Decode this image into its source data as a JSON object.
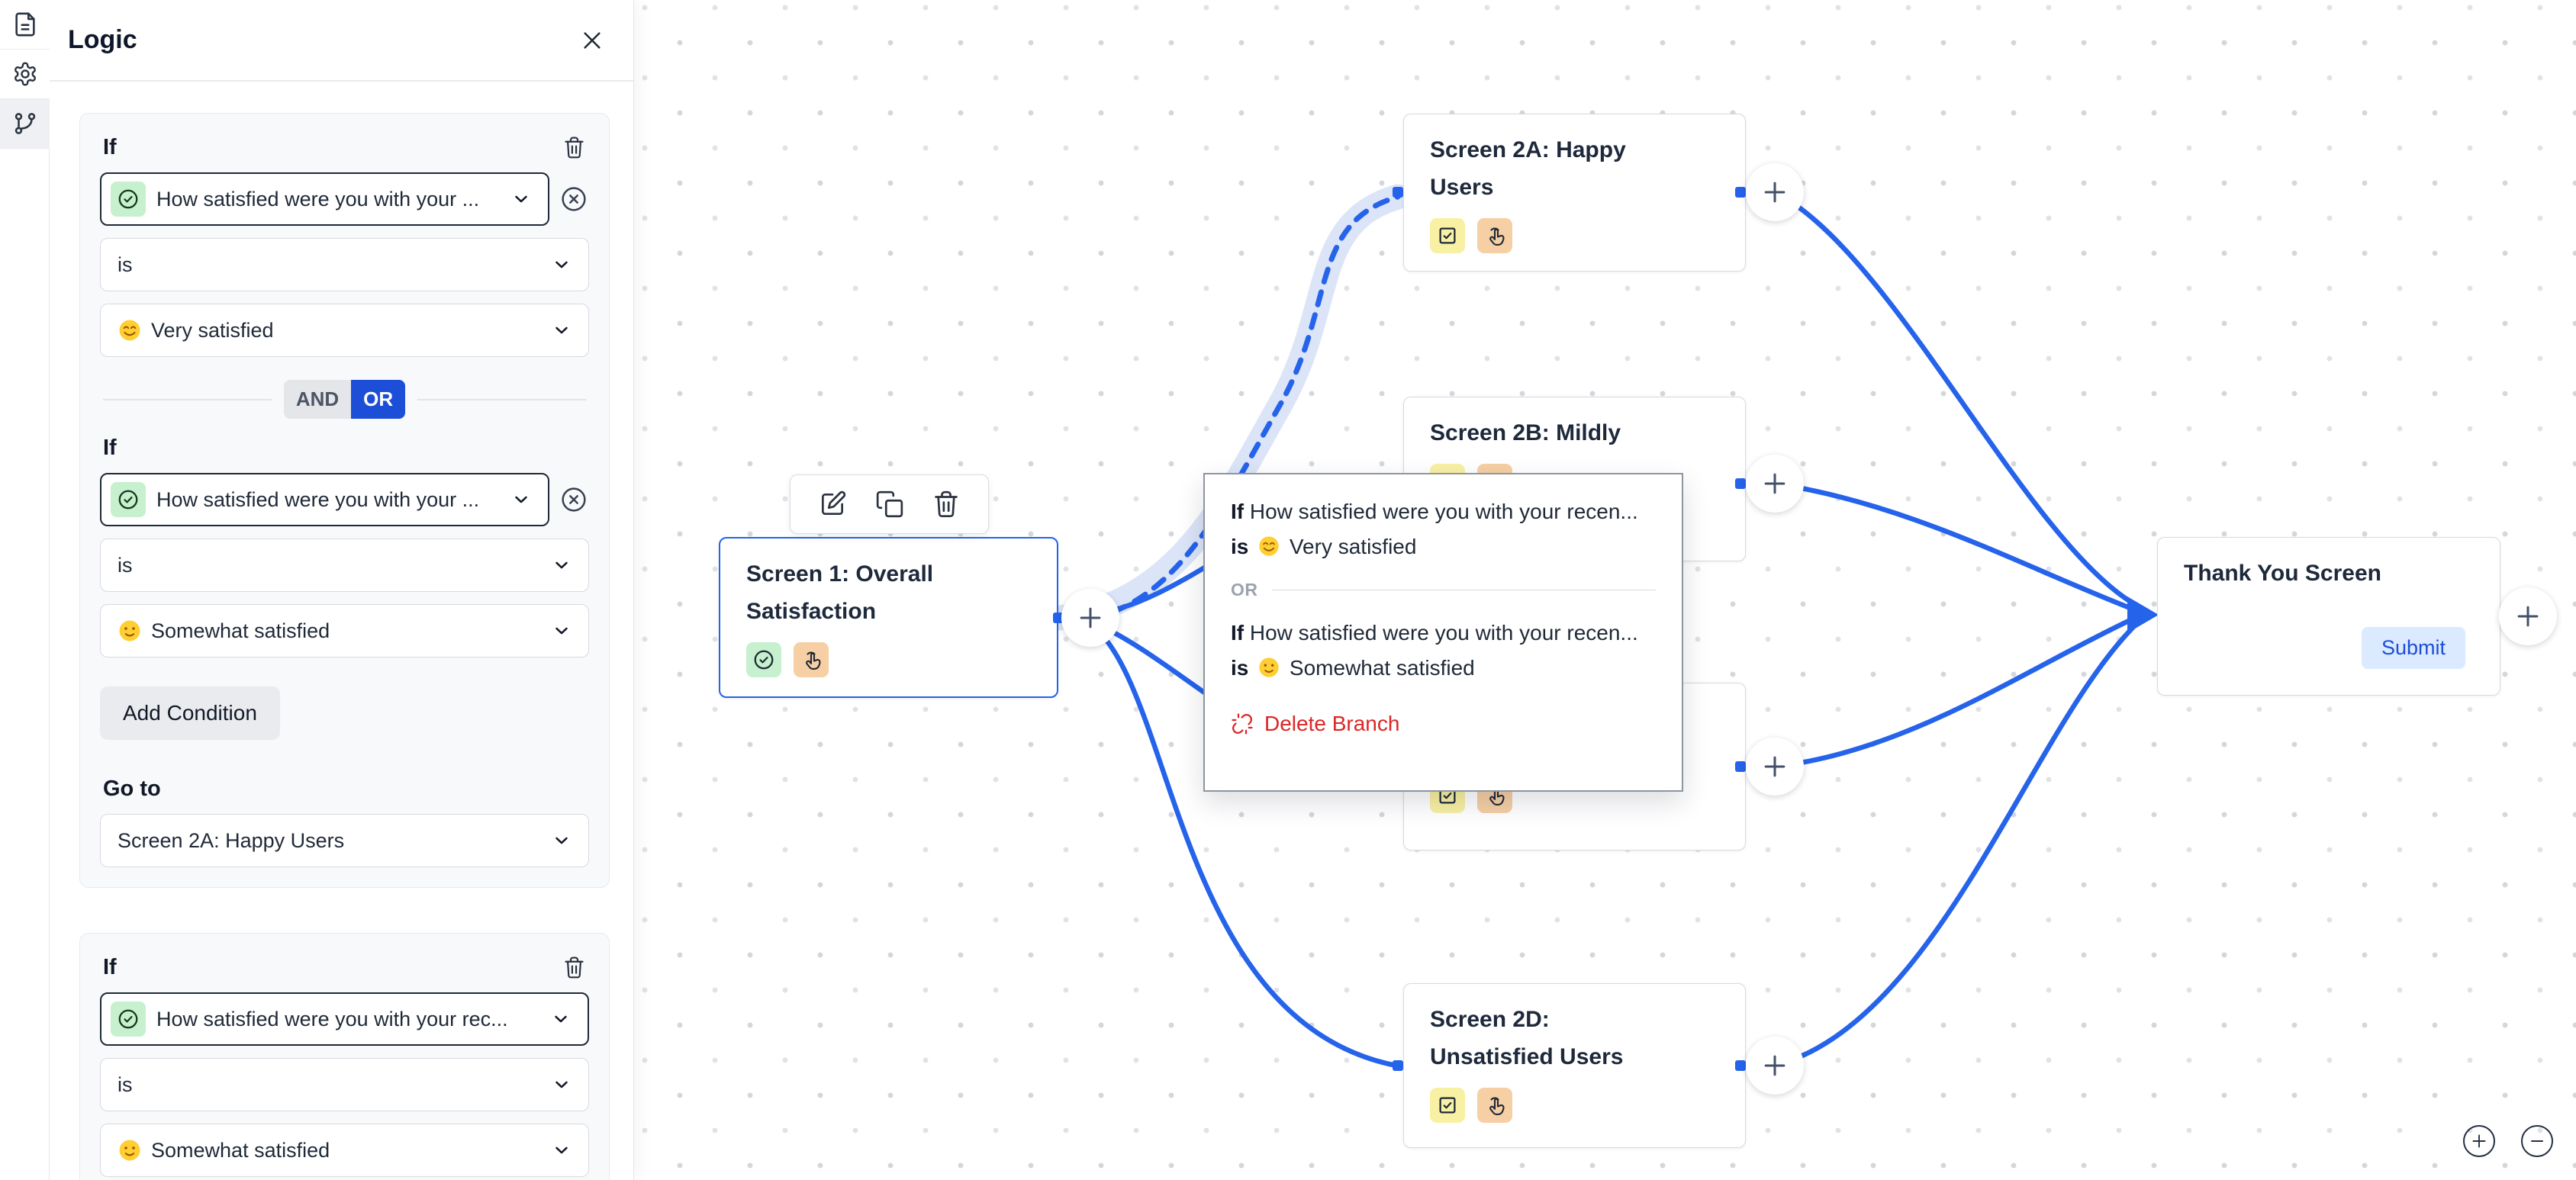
{
  "colors": {
    "accent": "#2563eb",
    "or_badge": "#1d4ed8",
    "submit_bg": "#dbeafe",
    "danger": "#dc2626",
    "chip_green": "#c7f0ce",
    "chip_yellow": "#f8f0a3",
    "chip_orange": "#f6cfa4"
  },
  "rail": {
    "items": [
      {
        "icon": "document-icon"
      },
      {
        "icon": "gear-icon"
      },
      {
        "icon": "branch-icon",
        "active": true
      }
    ]
  },
  "logic_panel": {
    "title": "Logic",
    "rule1": {
      "if_label": "If",
      "conditions": [
        {
          "question": "How satisfied were you with your ...",
          "operator": "is",
          "value_label": "Very satisfied",
          "value_emoji": "smiling-face-with-smiling-eyes"
        },
        {
          "question": "How satisfied were you with your ...",
          "operator": "is",
          "value_label": "Somewhat satisfied",
          "value_emoji": "slightly-smiling-face"
        }
      ],
      "and_label": "AND",
      "or_label": "OR",
      "selected_join": "OR",
      "add_condition_label": "Add Condition",
      "goto_label": "Go to",
      "goto_value": "Screen 2A: Happy Users"
    },
    "rule2": {
      "if_label": "If",
      "question": "How satisfied were you with your rec...",
      "operator": "is",
      "value_label": "Somewhat satisfied",
      "value_emoji": "slightly-smiling-face"
    }
  },
  "canvas": {
    "nodes": [
      {
        "title": "Screen 1: Overall Satisfaction",
        "selected": true
      },
      {
        "title": "Screen 2A: Happy Users"
      },
      {
        "title": "Screen 2B: Mildly"
      },
      {
        "title": ""
      },
      {
        "title": "Screen 2D: Unsatisfied Users"
      },
      {
        "title": "Thank You Screen",
        "button": "Submit"
      }
    ],
    "popup": {
      "cond1_if": "If",
      "cond1_question": "How satisfied were you with your recen...",
      "cond1_is": "is",
      "cond1_value": "Very satisfied",
      "or_label": "OR",
      "cond2_if": "If",
      "cond2_question": "How satisfied were you with your recen...",
      "cond2_is": "is",
      "cond2_value": "Somewhat satisfied",
      "delete_label": "Delete Branch"
    }
  }
}
